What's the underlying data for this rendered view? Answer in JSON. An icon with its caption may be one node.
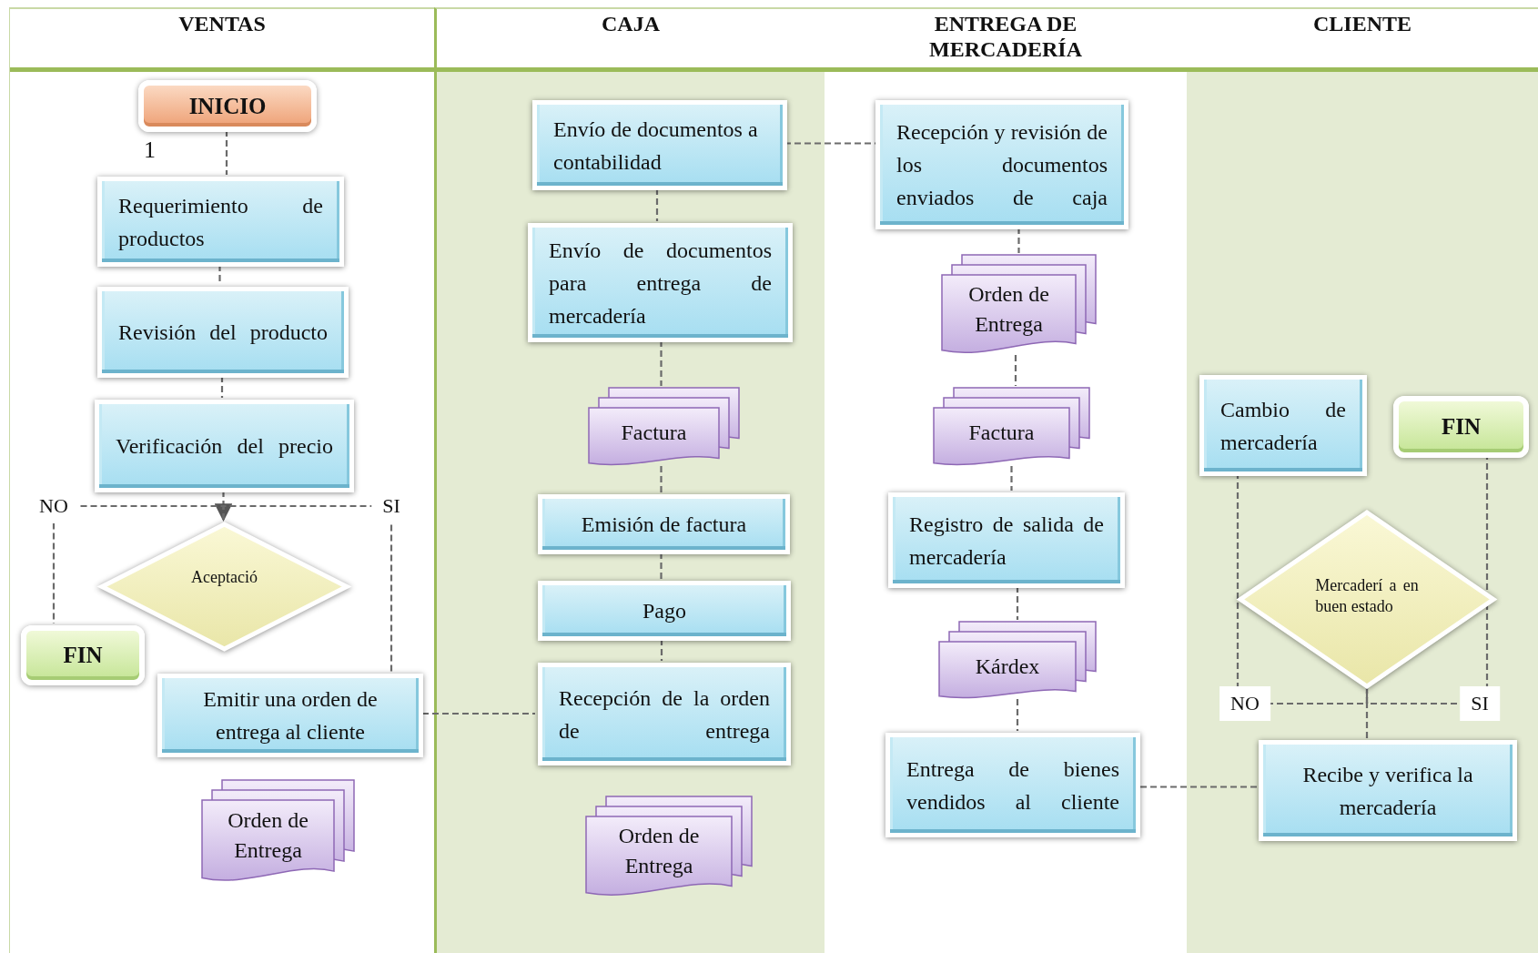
{
  "diagram": {
    "nodes": [
      {
        "text": [
          "VENTAS"
        ]
      },
      {
        "text": [
          "CAJA"
        ]
      },
      {
        "text": [
          "ENTREGA DE MERCADERÍA"
        ]
      },
      {
        "text": [
          "CLIENTE"
        ]
      },
      {
        "text": [
          "INICIO"
        ],
        "in": 0
      },
      {
        "text": [
          "Requerimiento de productos"
        ],
        "in": 0
      },
      {
        "text": [
          "Revisión del producto"
        ],
        "in": 0
      },
      {
        "text": [
          "Verificación del precio"
        ],
        "in": 0
      },
      {
        "text": [
          "Aceptació"
        ],
        "in": 0
      },
      {
        "text": [
          "FIN"
        ],
        "in": 0
      },
      {
        "text": [
          "Emitir una orden de entrega al cliente"
        ],
        "in": 0
      },
      {
        "text": [
          "Orden de Entrega"
        ],
        "in": 0
      },
      {
        "text": [
          "Envío de documentos a contabilidad"
        ],
        "in": 1
      },
      {
        "text": [
          "Envío de documentos para entrega de mercadería"
        ],
        "in": 1
      },
      {
        "text": [
          "Factura"
        ],
        "in": 1
      },
      {
        "text": [
          "Emisión de factura"
        ],
        "in": 1
      },
      {
        "text": [
          "Pago"
        ],
        "in": 1
      },
      {
        "text": [
          "Recepción de la orden de entrega"
        ],
        "in": 1
      },
      {
        "text": [
          "Orden de Entrega"
        ],
        "in": 1
      },
      {
        "text": [
          "Recepción y revisión de los documentos enviados de caja"
        ],
        "in": 2
      },
      {
        "text": [
          "Orden de Entrega"
        ],
        "in": 2
      },
      {
        "text": [
          "Factura"
        ],
        "in": 2
      },
      {
        "text": [
          "Registro de salida de mercadería"
        ],
        "in": 2
      },
      {
        "text": [
          "Kárdex"
        ],
        "in": 2
      },
      {
        "text": [
          "Entrega de bienes vendidos al cliente"
        ],
        "in": 2
      },
      {
        "text": [
          "Cambio de mercadería"
        ],
        "in": 3
      },
      {
        "text": [
          "FIN"
        ],
        "in": 3
      },
      {
        "text": [
          "Mercaderí a en buen estado"
        ],
        "in": 3
      },
      {
        "text": [
          "Recibe y verifica la mercadería"
        ],
        "in": 3
      }
    ],
    "edges": [
      {
        "from": 4,
        "to": 5,
        "arrow": "none",
        "style": "dashed"
      },
      {
        "from": 5,
        "to": 6,
        "arrow": "none",
        "style": "dashed"
      },
      {
        "from": 6,
        "to": 7,
        "arrow": "none",
        "style": "dashed"
      },
      {
        "from": 7,
        "to": 8,
        "arrow": "to",
        "style": "dashed"
      },
      {
        "from": 8,
        "to": 9,
        "arrow": "none",
        "style": "dashed",
        "label": "NO"
      },
      {
        "from": 8,
        "to": 10,
        "arrow": "none",
        "style": "dashed",
        "label": "SI"
      },
      {
        "from": 10,
        "to": 17,
        "arrow": "none",
        "style": "dashed"
      },
      {
        "from": 12,
        "to": 13,
        "arrow": "none",
        "style": "dashed"
      },
      {
        "from": 13,
        "to": 14,
        "arrow": "none",
        "style": "dashed"
      },
      {
        "from": 14,
        "to": 15,
        "arrow": "none",
        "style": "dashed"
      },
      {
        "from": 15,
        "to": 16,
        "arrow": "none",
        "style": "dashed"
      },
      {
        "from": 16,
        "to": 17,
        "arrow": "none",
        "style": "dashed"
      },
      {
        "from": 12,
        "to": 19,
        "arrow": "none",
        "style": "dashed"
      },
      {
        "from": 19,
        "to": 20,
        "arrow": "none",
        "style": "dashed"
      },
      {
        "from": 20,
        "to": 21,
        "arrow": "none",
        "style": "dashed"
      },
      {
        "from": 21,
        "to": 22,
        "arrow": "none",
        "style": "dashed"
      },
      {
        "from": 22,
        "to": 23,
        "arrow": "none",
        "style": "dashed"
      },
      {
        "from": 23,
        "to": 24,
        "arrow": "none",
        "style": "dashed"
      },
      {
        "from": 24,
        "to": 28,
        "arrow": "none",
        "style": "dashed"
      },
      {
        "from": 28,
        "to": 27,
        "arrow": "none",
        "style": "dashed"
      },
      {
        "from": 27,
        "to": 25,
        "arrow": "none",
        "style": "dashed",
        "label": "NO"
      },
      {
        "from": 27,
        "to": 26,
        "arrow": "none",
        "style": "dashed",
        "label": "SI"
      }
    ],
    "labels": [
      "1"
    ]
  }
}
